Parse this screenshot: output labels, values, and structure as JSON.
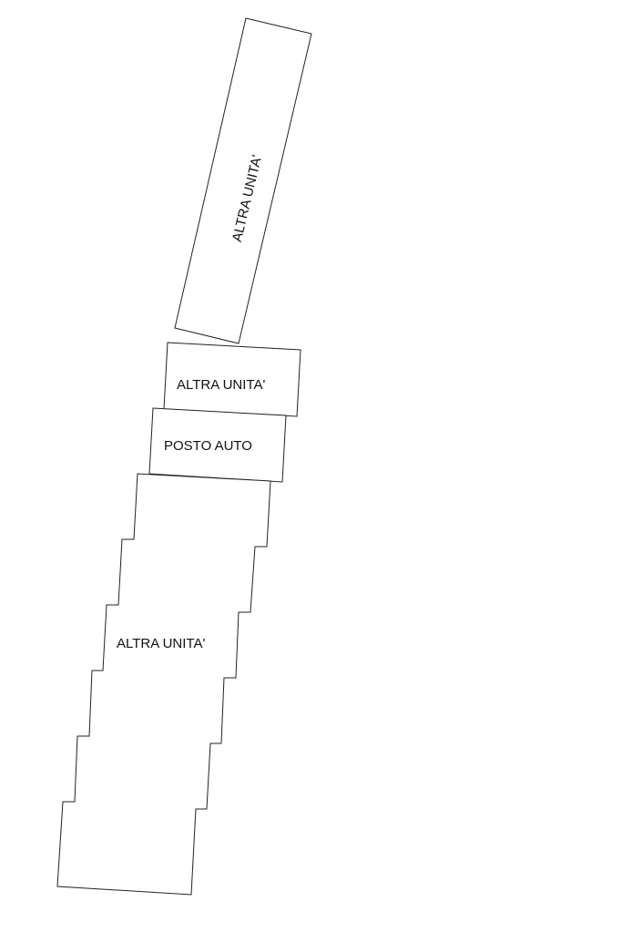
{
  "plan": {
    "units": [
      {
        "label": "ALTRA UNITA'"
      },
      {
        "label": "ALTRA UNITA'"
      },
      {
        "label": "POSTO AUTO"
      },
      {
        "label": "ALTRA UNITA'"
      }
    ]
  }
}
